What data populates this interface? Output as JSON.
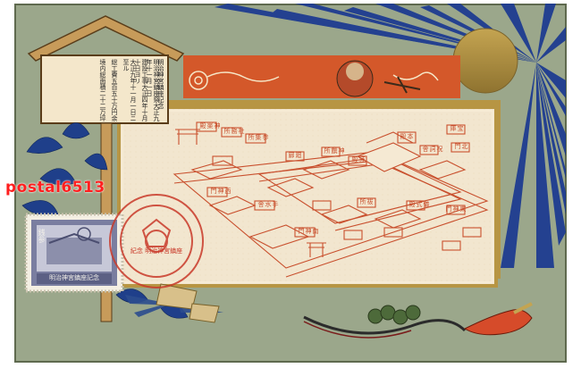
{
  "watermark": {
    "text": "postal6513"
  },
  "sign_board": {
    "lines": [
      "明治神宮鎮座記念",
      "明治神宮鎮座祭大正九年十一月一日",
      "建設工事大正四年十月十日ヨリ",
      "大正九年十一月一日ニ至ル",
      "総工費五百五十万円余",
      "境内総面積二十二万坪"
    ]
  },
  "plan_labels": [
    "本殿",
    "拝殿",
    "宝庫",
    "神楽殿",
    "南神門",
    "東神門",
    "西神門",
    "北門",
    "祝詞舎",
    "神饌所",
    "社務所",
    "廻廊",
    "手水舎",
    "参集所",
    "祓所",
    "儀式殿"
  ],
  "stamp": {
    "face_text": "明治神宮鎮座記念",
    "value_text": "銭参"
  },
  "postmark": {
    "text": "紀念 明治神宮鎮座"
  },
  "colors": {
    "card": "#9aa58a",
    "ink": "#c9502e",
    "panel": "#f3e7d2",
    "gold": "#a98a3c",
    "ray_blue": "#1d3a8f",
    "banner": "#d4582a"
  }
}
